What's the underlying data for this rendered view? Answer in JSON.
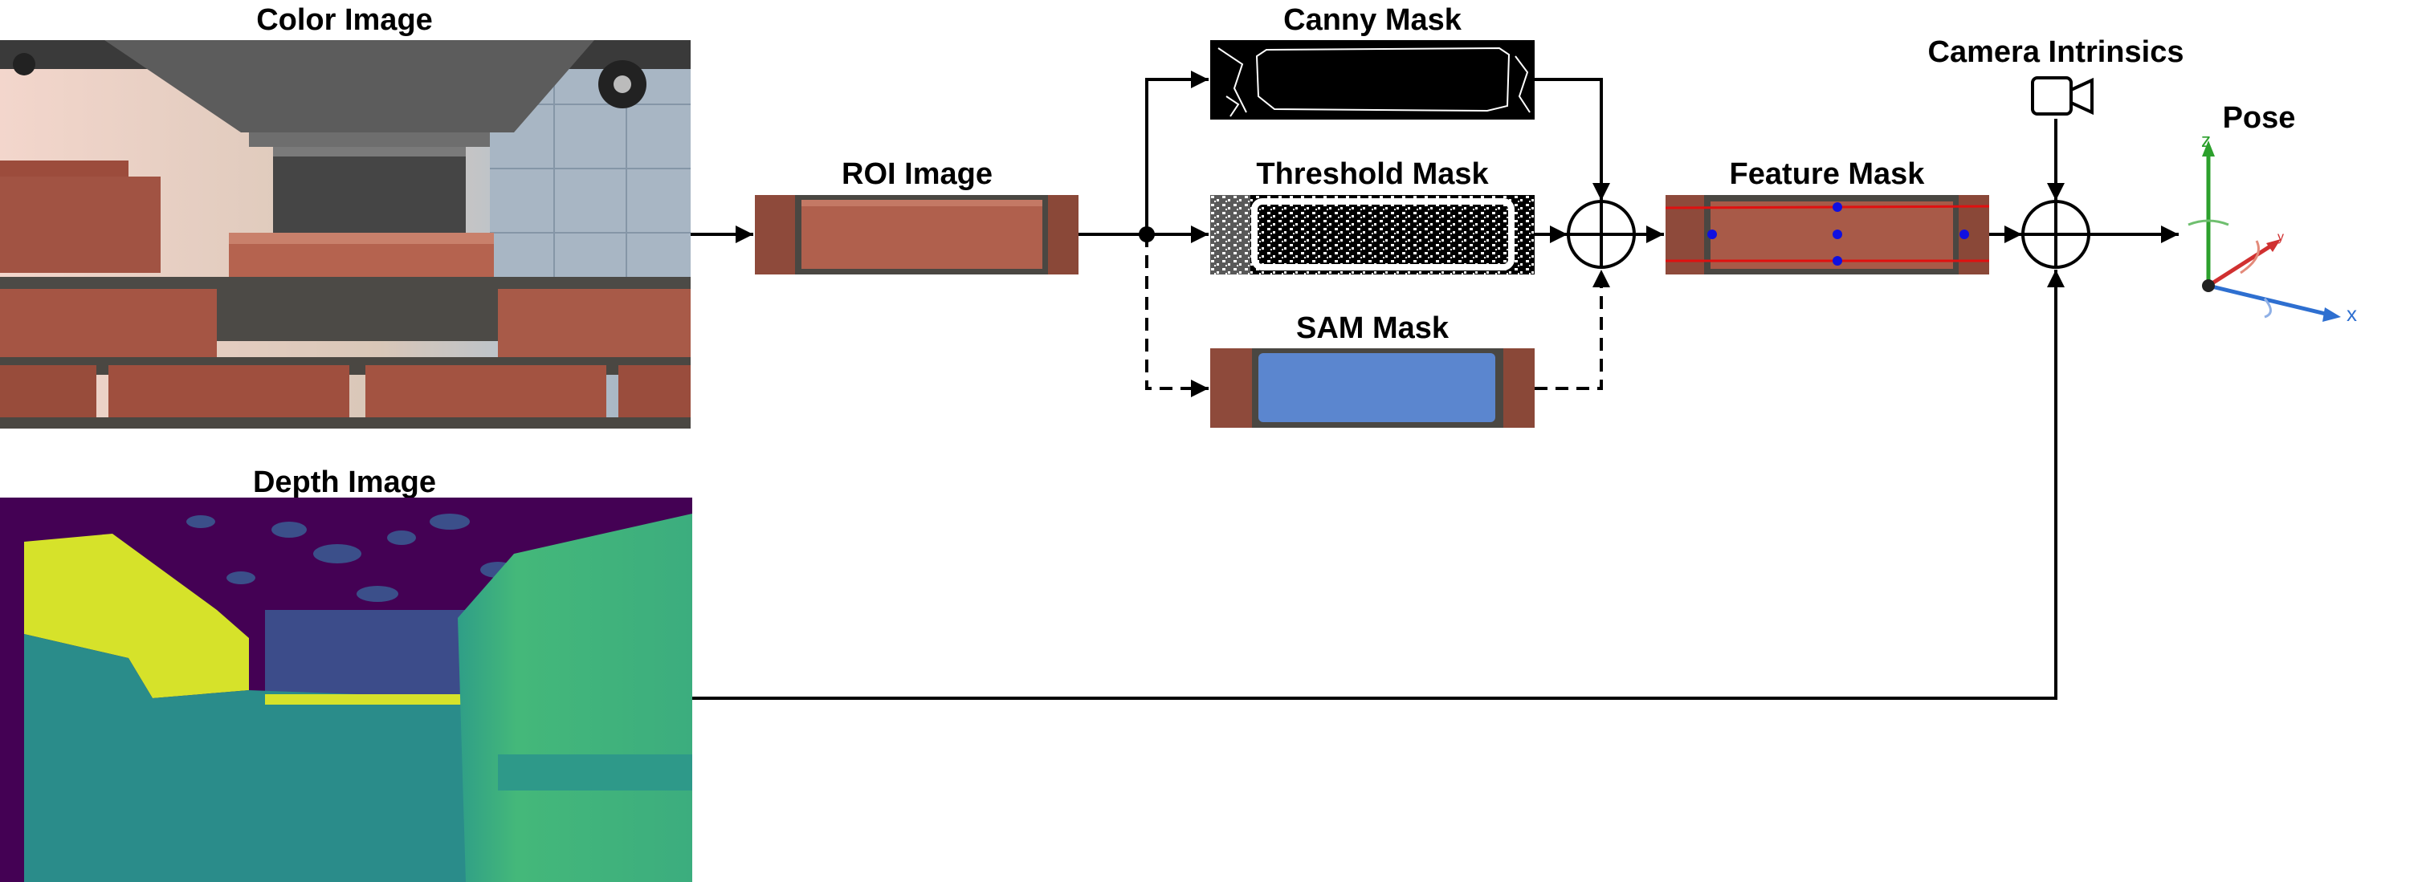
{
  "labels": {
    "color_image": "Color Image",
    "depth_image": "Depth Image",
    "roi_image": "ROI Image",
    "canny_mask": "Canny Mask",
    "threshold_mask": "Threshold Mask",
    "sam_mask": "SAM Mask",
    "feature_mask": "Feature Mask",
    "camera_intrinsics": "Camera Intrinsics",
    "pose": "Pose"
  },
  "axes": {
    "z": "z",
    "x": "x",
    "y": "y"
  },
  "icons": {
    "camera": "video-camera-icon",
    "combine": "circled-plus-icon"
  },
  "colors": {
    "brick": "#a55544",
    "mortar": "#4a4742",
    "sam_blue": "#5b86cf",
    "feature_line": "#e01010",
    "feature_point": "#1010e0",
    "axis_z": "#2ca02c",
    "axis_x": "#2e6fd0",
    "axis_y": "#d03030",
    "depth_dark": "#440154",
    "depth_teal": "#2a8c8a",
    "depth_yellow": "#d6e22a"
  }
}
